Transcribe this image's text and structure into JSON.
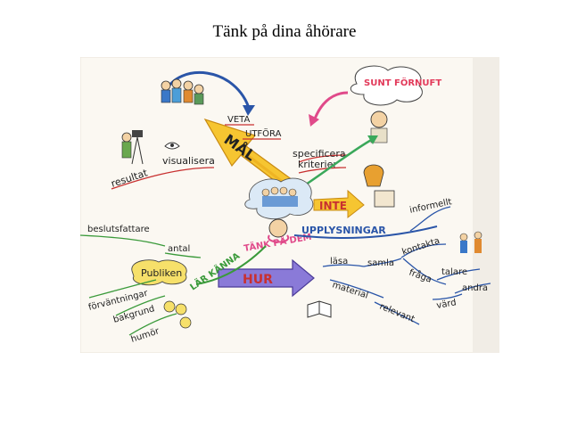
{
  "title": "Tänk på dina åhörare",
  "center": {
    "label": "TÄNK PÅ DEM"
  },
  "branches": {
    "mal": {
      "label": "MÅL",
      "items": [
        "VETA",
        "UTFÖRA"
      ],
      "color": "#f2b820"
    },
    "specificera": {
      "items": [
        "specificera",
        "kriterier"
      ]
    },
    "resultat": {
      "items": [
        "resultat",
        "visualisera"
      ]
    },
    "sunt_fornuft": {
      "label": "SUNT FÖRNUFT",
      "color": "#e23a5a"
    },
    "inte": {
      "label": "INTE",
      "color": "#f2b820"
    },
    "upplysningar": {
      "label": "UPPLYSNINGAR",
      "items": [
        "informellt",
        "kontakta",
        "samla",
        "läsa",
        "fråga",
        "talare",
        "andra",
        "värd",
        "material",
        "relevant"
      ],
      "color": "#2a55a8"
    },
    "hur": {
      "label": "HUR",
      "color": "#6a5ac8"
    },
    "lar_kanna": {
      "label": "LÄR KÄNNA",
      "items": [
        "beslutsfattare",
        "antal",
        "Publiken",
        "förväntningar",
        "bakgrund",
        "humör"
      ],
      "color": "#3a9a3a"
    }
  }
}
